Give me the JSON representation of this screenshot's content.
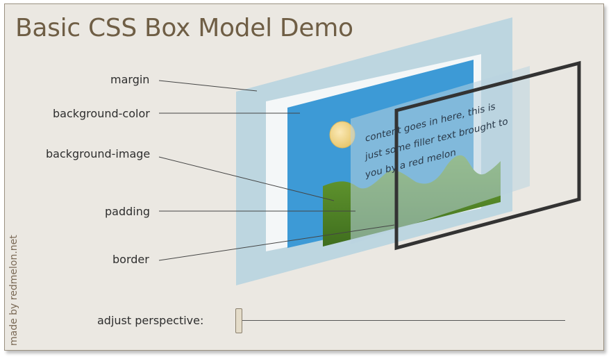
{
  "title": "Basic CSS Box Model Demo",
  "labels": {
    "margin": "margin",
    "background_color": "background-color",
    "background_image": "background-image",
    "padding": "padding",
    "border": "border"
  },
  "content_text": [
    "content goes in here, this is",
    "just some filler text brought to",
    "you by a red melon"
  ],
  "credit": "made by redmelon.net",
  "slider": {
    "label": "adjust perspective:",
    "value": 0
  },
  "colors": {
    "title": "#6f5e45",
    "background": "#ebe8e2",
    "margin_layer": "#b9d4e0",
    "background_color_layer": "#3d9ad6",
    "hill_fill": "#5a8a2a",
    "sun_fill": "#f0d590",
    "border_stroke": "#333333"
  }
}
